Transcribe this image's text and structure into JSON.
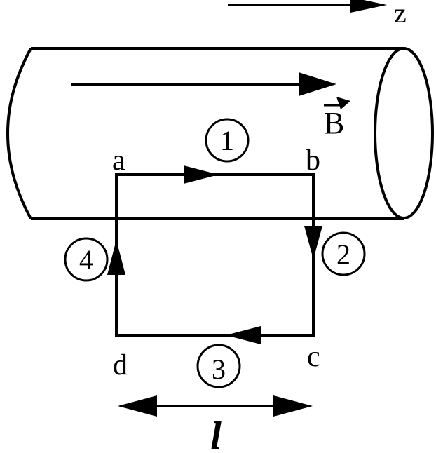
{
  "axis": {
    "label": "z"
  },
  "field": {
    "label": "B"
  },
  "corners": {
    "a": "a",
    "b": "b",
    "c": "c",
    "d": "d"
  },
  "segments": {
    "s1": "1",
    "s2": "2",
    "s3": "3",
    "s4": "4"
  },
  "length": {
    "label": "l"
  },
  "colors": {
    "ink": "#000000",
    "background": "#ffffff"
  }
}
